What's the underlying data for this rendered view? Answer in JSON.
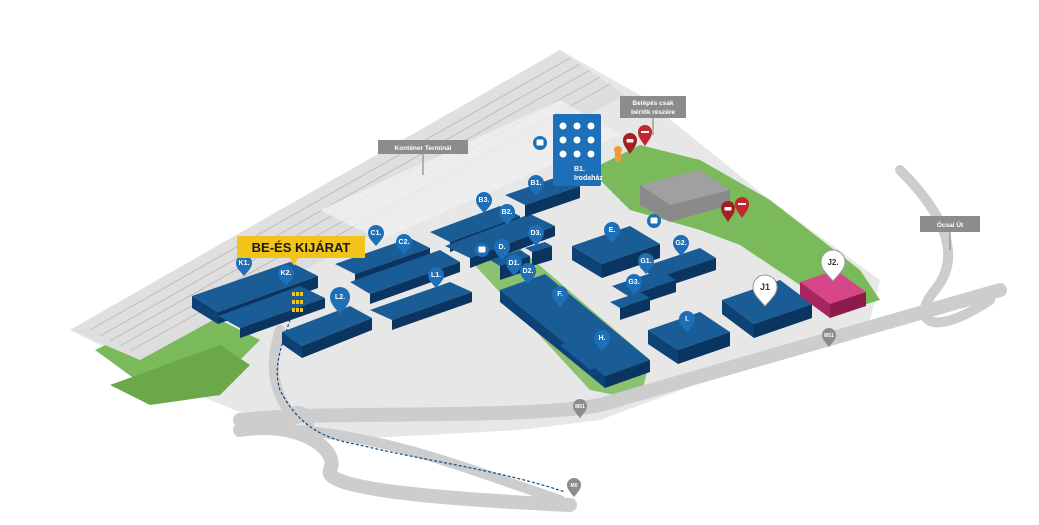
{
  "labels": {
    "kontener": "Konténer Terminál",
    "belepes_line1": "Belépés csak",
    "belepes_line2": "bérlők részére",
    "ocsai": "Ócsai Út",
    "exit": "BE-ÉS KIJÁRAT",
    "b1_line1": "B1.",
    "b1_line2": "Irodaház"
  },
  "buildings": {
    "K1": "K1.",
    "K2": "K2.",
    "L2": "L2.",
    "L1": "L1.",
    "C1": "C1.",
    "C2": "C2.",
    "B3": "B3.",
    "B2": "B2.",
    "B1": "B1.",
    "D": "D.",
    "D1": "D1.",
    "D2": "D2.",
    "D3": "D3.",
    "E": "E.",
    "F": "F.",
    "H": "H.",
    "G1": "G1.",
    "G2": "G2.",
    "G3": "G3.",
    "I": "I.",
    "J1": "J1",
    "J2": "J2."
  },
  "roads": {
    "m51_a": "M51",
    "m51_b": "M51",
    "m0": "M0"
  },
  "colors": {
    "building": "#0f4c81",
    "building_dark": "#0a3560",
    "green": "#76b657",
    "road": "#cfcfcf",
    "highlight": "#f2c318",
    "j2": "#d63d7a"
  },
  "icons": [
    "bus-icon",
    "no-entry-icon",
    "car-icon",
    "info-icon"
  ]
}
